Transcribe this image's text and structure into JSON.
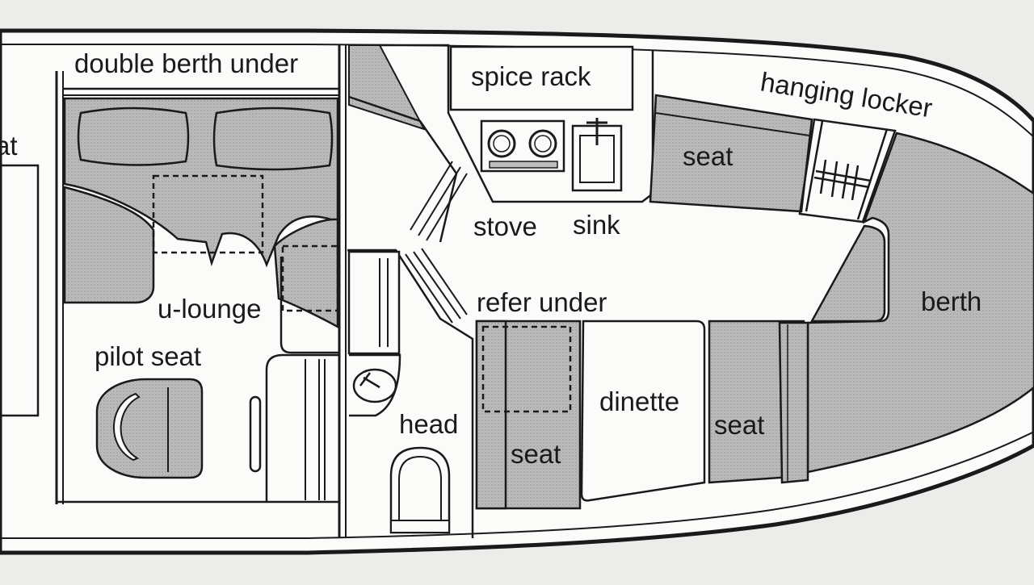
{
  "colors": {
    "background": "#ececea",
    "ink": "#1a1a1a",
    "cushion": "#b9b9b9",
    "hull_fill": "#fbfbfa"
  },
  "labels": {
    "seat_cut": "at",
    "double_berth_under": "double berth under",
    "spice_rack": "spice rack",
    "hanging_locker": "hanging locker",
    "seat_forward": "seat",
    "stove": "stove",
    "sink": "sink",
    "berth": "berth",
    "refer_under": "refer under",
    "u_lounge": "u-lounge",
    "pilot_seat": "pilot seat",
    "dinette": "dinette",
    "head": "head",
    "seat_dinette_port": "seat",
    "seat_dinette_starboard": "seat"
  }
}
